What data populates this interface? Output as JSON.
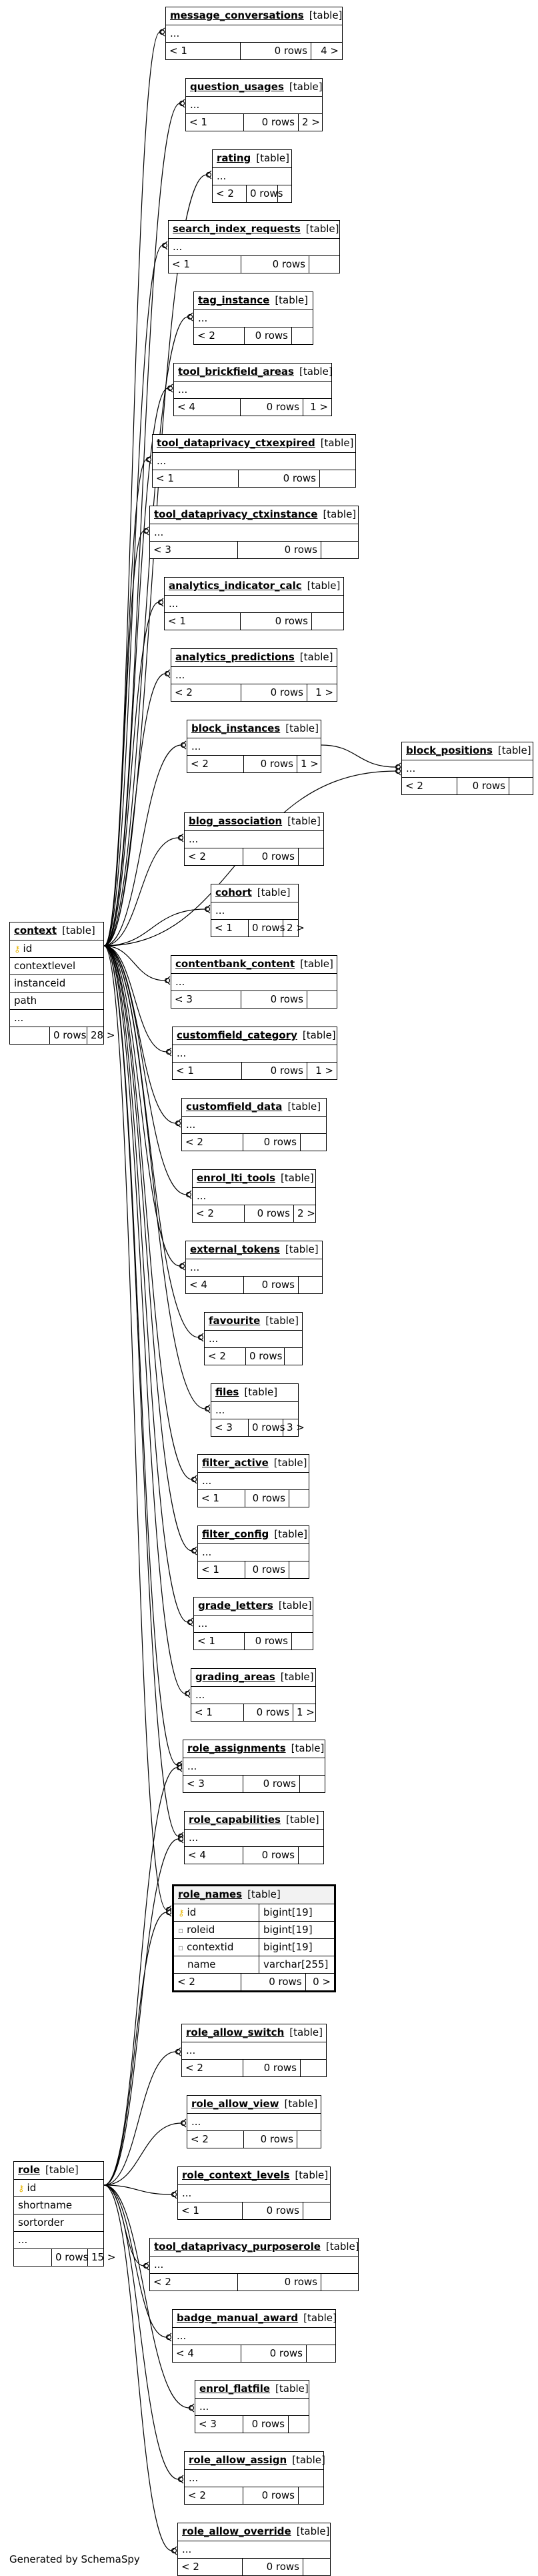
{
  "footer": "Generated by SchemaSpy",
  "tables": [
    {
      "name": "message_conversations",
      "tag": "[table]",
      "cols": [
        "..."
      ],
      "foot": [
        "< 1",
        "0 rows",
        "4 >"
      ]
    },
    {
      "name": "question_usages",
      "tag": "[table]",
      "cols": [
        "..."
      ],
      "foot": [
        "< 1",
        "0 rows",
        "2 >"
      ]
    },
    {
      "name": "rating",
      "tag": "[table]",
      "cols": [
        "..."
      ],
      "foot": [
        "< 2",
        "0 rows",
        ""
      ]
    },
    {
      "name": "search_index_requests",
      "tag": "[table]",
      "cols": [
        "..."
      ],
      "foot": [
        "< 1",
        "0 rows",
        ""
      ]
    },
    {
      "name": "tag_instance",
      "tag": "[table]",
      "cols": [
        "..."
      ],
      "foot": [
        "< 2",
        "0 rows",
        ""
      ]
    },
    {
      "name": "tool_brickfield_areas",
      "tag": "[table]",
      "cols": [
        "..."
      ],
      "foot": [
        "< 4",
        "0 rows",
        "1 >"
      ]
    },
    {
      "name": "tool_dataprivacy_ctxexpired",
      "tag": "[table]",
      "cols": [
        "..."
      ],
      "foot": [
        "< 1",
        "0 rows",
        ""
      ]
    },
    {
      "name": "tool_dataprivacy_ctxinstance",
      "tag": "[table]",
      "cols": [
        "..."
      ],
      "foot": [
        "< 3",
        "0 rows",
        ""
      ]
    },
    {
      "name": "analytics_indicator_calc",
      "tag": "[table]",
      "cols": [
        "..."
      ],
      "foot": [
        "< 1",
        "0 rows",
        ""
      ]
    },
    {
      "name": "analytics_predictions",
      "tag": "[table]",
      "cols": [
        "..."
      ],
      "foot": [
        "< 2",
        "0 rows",
        "1 >"
      ]
    },
    {
      "name": "block_instances",
      "tag": "[table]",
      "cols": [
        "..."
      ],
      "foot": [
        "< 2",
        "0 rows",
        "1 >"
      ]
    },
    {
      "name": "block_positions",
      "tag": "[table]",
      "cols": [
        "..."
      ],
      "foot": [
        "< 2",
        "0 rows",
        ""
      ]
    },
    {
      "name": "blog_association",
      "tag": "[table]",
      "cols": [
        "..."
      ],
      "foot": [
        "< 2",
        "0 rows",
        ""
      ]
    },
    {
      "name": "cohort",
      "tag": "[table]",
      "cols": [
        "..."
      ],
      "foot": [
        "< 1",
        "0 rows",
        "2 >"
      ]
    },
    {
      "name": "contentbank_content",
      "tag": "[table]",
      "cols": [
        "..."
      ],
      "foot": [
        "< 3",
        "0 rows",
        ""
      ]
    },
    {
      "name": "customfield_category",
      "tag": "[table]",
      "cols": [
        "..."
      ],
      "foot": [
        "< 1",
        "0 rows",
        "1 >"
      ]
    },
    {
      "name": "customfield_data",
      "tag": "[table]",
      "cols": [
        "..."
      ],
      "foot": [
        "< 2",
        "0 rows",
        ""
      ]
    },
    {
      "name": "enrol_lti_tools",
      "tag": "[table]",
      "cols": [
        "..."
      ],
      "foot": [
        "< 2",
        "0 rows",
        "2 >"
      ]
    },
    {
      "name": "external_tokens",
      "tag": "[table]",
      "cols": [
        "..."
      ],
      "foot": [
        "< 4",
        "0 rows",
        ""
      ]
    },
    {
      "name": "favourite",
      "tag": "[table]",
      "cols": [
        "..."
      ],
      "foot": [
        "< 2",
        "0 rows",
        ""
      ]
    },
    {
      "name": "files",
      "tag": "[table]",
      "cols": [
        "..."
      ],
      "foot": [
        "< 3",
        "0 rows",
        "3 >"
      ]
    },
    {
      "name": "filter_active",
      "tag": "[table]",
      "cols": [
        "..."
      ],
      "foot": [
        "< 1",
        "0 rows",
        ""
      ]
    },
    {
      "name": "filter_config",
      "tag": "[table]",
      "cols": [
        "..."
      ],
      "foot": [
        "< 1",
        "0 rows",
        ""
      ]
    },
    {
      "name": "grade_letters",
      "tag": "[table]",
      "cols": [
        "..."
      ],
      "foot": [
        "< 1",
        "0 rows",
        ""
      ]
    },
    {
      "name": "grading_areas",
      "tag": "[table]",
      "cols": [
        "..."
      ],
      "foot": [
        "< 1",
        "0 rows",
        "1 >"
      ]
    },
    {
      "name": "role_assignments",
      "tag": "[table]",
      "cols": [
        "..."
      ],
      "foot": [
        "< 3",
        "0 rows",
        ""
      ]
    },
    {
      "name": "role_capabilities",
      "tag": "[table]",
      "cols": [
        "..."
      ],
      "foot": [
        "< 4",
        "0 rows",
        ""
      ]
    },
    {
      "name": "role_allow_switch",
      "tag": "[table]",
      "cols": [
        "..."
      ],
      "foot": [
        "< 2",
        "0 rows",
        ""
      ]
    },
    {
      "name": "role_allow_view",
      "tag": "[table]",
      "cols": [
        "..."
      ],
      "foot": [
        "< 2",
        "0 rows",
        ""
      ]
    },
    {
      "name": "role_context_levels",
      "tag": "[table]",
      "cols": [
        "..."
      ],
      "foot": [
        "< 1",
        "0 rows",
        ""
      ]
    },
    {
      "name": "tool_dataprivacy_purposerole",
      "tag": "[table]",
      "cols": [
        "..."
      ],
      "foot": [
        "< 2",
        "0 rows",
        ""
      ]
    },
    {
      "name": "badge_manual_award",
      "tag": "[table]",
      "cols": [
        "..."
      ],
      "foot": [
        "< 4",
        "0 rows",
        ""
      ]
    },
    {
      "name": "enrol_flatfile",
      "tag": "[table]",
      "cols": [
        "..."
      ],
      "foot": [
        "< 3",
        "0 rows",
        ""
      ]
    },
    {
      "name": "role_allow_assign",
      "tag": "[table]",
      "cols": [
        "..."
      ],
      "foot": [
        "< 2",
        "0 rows",
        ""
      ]
    },
    {
      "name": "role_allow_override",
      "tag": "[table]",
      "cols": [
        "..."
      ],
      "foot": [
        "< 2",
        "0 rows",
        ""
      ]
    },
    {
      "name": "context",
      "tag": "[table]",
      "cols": [
        "id",
        "contextlevel",
        "instanceid",
        "path",
        "..."
      ],
      "pk": [
        0
      ],
      "foot": [
        "",
        "0 rows",
        "28 >"
      ]
    },
    {
      "name": "role",
      "tag": "[table]",
      "cols": [
        "id",
        "shortname",
        "sortorder",
        "..."
      ],
      "pk": [
        0
      ],
      "foot": [
        "",
        "0 rows",
        "15 >"
      ]
    },
    {
      "name": "role_names",
      "tag": "[table]",
      "cols": [
        "id",
        "roleid",
        "contextid",
        "name"
      ],
      "types": [
        "bigint[19]",
        "bigint[19]",
        "bigint[19]",
        "varchar[255]"
      ],
      "pk": [
        0
      ],
      "fk": [
        1,
        2
      ],
      "foot": [
        "< 2",
        "0 rows",
        "0 >"
      ],
      "focus": true
    }
  ]
}
